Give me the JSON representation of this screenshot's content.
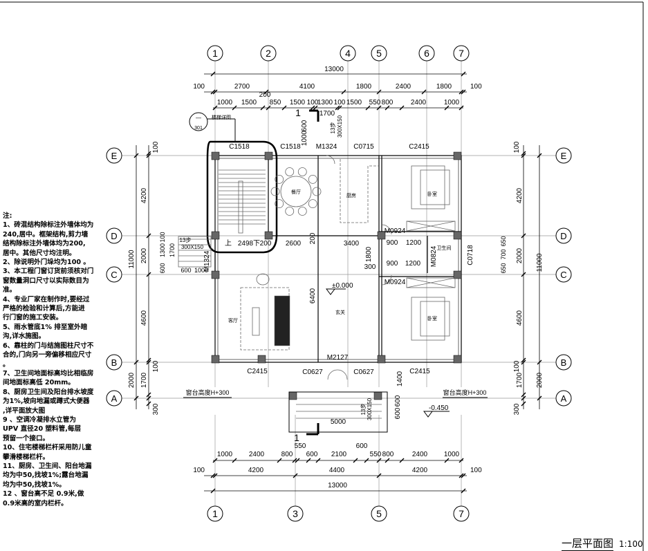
{
  "title": "一层平面图",
  "scale": "1:100",
  "axes": {
    "top": [
      "1",
      "2",
      "4",
      "5",
      "6",
      "7"
    ],
    "bottom": [
      "1",
      "3",
      "5",
      "7"
    ],
    "rows": [
      "E",
      "D",
      "C",
      "B",
      "A"
    ]
  },
  "dims_top": {
    "total": "13000",
    "main": [
      "100",
      "2700",
      "4100",
      "1800",
      "2400",
      "1800",
      "100"
    ],
    "sub": [
      "1000",
      "1500",
      "200",
      "850",
      "1500",
      "100",
      "1300",
      "100",
      "1500",
      "550",
      "800",
      "2400",
      "1000"
    ]
  },
  "dims_bottom": {
    "sub": [
      "1000",
      "2400",
      "800",
      "550",
      "600",
      "2100",
      "600",
      "550",
      "800",
      "2400",
      "1000"
    ],
    "main": [
      "100",
      "4200",
      "4400",
      "4200",
      "100"
    ],
    "total": "13000",
    "porch": "5000"
  },
  "dims_left": {
    "inner": [
      "100",
      "4200",
      "2000",
      "4600",
      "100",
      "1700",
      "300"
    ],
    "outer": [
      "11000",
      "2000"
    ],
    "steps": [
      "100",
      "1300",
      "1700",
      "600",
      "600",
      "1000"
    ]
  },
  "dims_right": {
    "inner": [
      "100",
      "4200",
      "2000",
      "4600",
      "100",
      "1700",
      "300"
    ],
    "outer": [
      "11000",
      "2000"
    ],
    "window": [
      "650",
      "700",
      "650"
    ]
  },
  "rooms": {
    "dining": "餐厅",
    "kitchen": "厨房",
    "bedroom_n": "卧室",
    "bath": "卫生间",
    "living": "客厅",
    "foyer": "玄关",
    "bedroom_s": "卧室"
  },
  "openings": {
    "c1518_a": "C1518",
    "c1518_b": "C1518",
    "m1324_top": "M1324",
    "c0715": "C0715",
    "c2415_n": "C2415",
    "m0924_a": "M0924",
    "m0924_b": "M0924",
    "m0824": "M0824",
    "c0718": "C0718",
    "m1324_left": "M1324",
    "c2415_sw": "C2415",
    "c0627_a": "C0627",
    "c0627_b": "C0627",
    "m2127": "M2127",
    "c2415_se": "C2415"
  },
  "interior_dims": {
    "up": "上",
    "stair_len": "2498",
    "down": "下",
    "d200a": "200",
    "d2600": "2600",
    "d200b": "200",
    "d3400": "3400",
    "d900a": "900",
    "d1200a": "1200",
    "d900b": "900",
    "d1200b": "1200",
    "d1800": "1800",
    "d300": "300",
    "d6400": "6400",
    "d1400": "1400",
    "d600a": "600",
    "d600b": "600",
    "top_1700": "1700",
    "top_1000": "1000",
    "top_600": "600"
  },
  "steps_labels": {
    "count": "13步",
    "size": "300X150",
    "count_left": "13步",
    "size_left": "300X150",
    "count_bottom": "13步",
    "size_bottom": "300X150"
  },
  "section_marks": {
    "top": "1",
    "bottom": "1"
  },
  "stair_detail": {
    "label": "楼梯详图",
    "num": "—",
    "sheet": "301"
  },
  "elevations": {
    "floor": "±0.000",
    "outside": "-0.450"
  },
  "sill_notes": {
    "left": "窗台高度H+300",
    "right": "窗台高度H+300"
  },
  "notes": [
    "注:",
    "1、砖混结构除标注外墙体均为",
    "240,居中。框架结构,剪力墙",
    "结构除标注外墙体均为200,",
    "居中。其他尺寸均注明。",
    "2、除说明外门垛均为100 。",
    "3、本工程门窗订货前须核对门",
    "窗数量洞口尺寸以实际数目为",
    "准。",
    "4、专业厂家在制作时,要经过",
    "严格的检验和计算后,方能进",
    "行门窗的施工安装。",
    "5、雨水管底1% 排至室外暗",
    "沟,详水施图。",
    "6、靠柱的门与结施图柱尺寸不",
    "合的,门向另一旁偏移相应尺寸",
    "。",
    "7、卫生间地面标高均比相临房",
    "间地面标高低 20mm。",
    "8、厨房卫生间及阳台排水坡度",
    "为1%,坡向地漏或蹲式大便器",
    ",详平面放大图",
    "9 、空调冷凝排水立管为",
    "UPV 直径20 塑料管,每层",
    "预留一个接口。",
    "10、住宅楼梯栏杆采用防儿童",
    "攀滑楼梯栏杆。",
    "11、厨房、卫生间、阳台地漏",
    "均为中50,找坡1%;露台地漏",
    "均为中50,找坡1%。",
    "12 、窗台高不足 0.9米,做",
    "0.9米高的室内栏杆。"
  ]
}
